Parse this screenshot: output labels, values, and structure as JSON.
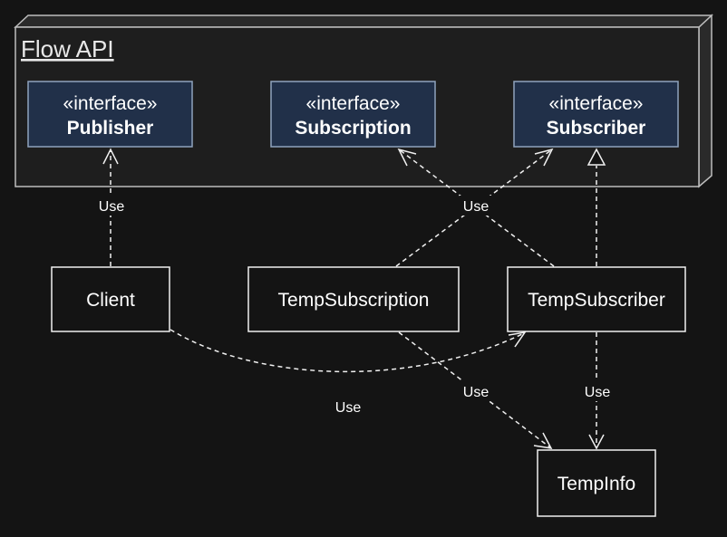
{
  "package": {
    "title": "Flow API"
  },
  "interfaces": [
    {
      "stereotype": "«interface»",
      "name": "Publisher"
    },
    {
      "stereotype": "«interface»",
      "name": "Subscription"
    },
    {
      "stereotype": "«interface»",
      "name": "Subscriber"
    }
  ],
  "classes": [
    {
      "name": "Client"
    },
    {
      "name": "TempSubscription"
    },
    {
      "name": "TempSubscriber"
    },
    {
      "name": "TempInfo"
    }
  ],
  "edges": [
    {
      "from": "Client",
      "to": "Publisher",
      "label": "Use",
      "kind": "dependency"
    },
    {
      "from": "TempSubscription",
      "to": "Subscriber",
      "label": "Use",
      "kind": "dependency"
    },
    {
      "from": "TempSubscriber",
      "to": "Subscription",
      "label": "",
      "kind": "dependency"
    },
    {
      "from": "TempSubscriber",
      "to": "Subscriber",
      "label": "",
      "kind": "realization"
    },
    {
      "from": "Client",
      "to": "TempSubscriber",
      "label": "Use",
      "kind": "dependency"
    },
    {
      "from": "TempSubscription",
      "to": "TempInfo",
      "label": "Use",
      "kind": "dependency"
    },
    {
      "from": "TempSubscriber",
      "to": "TempInfo",
      "label": "Use",
      "kind": "dependency"
    }
  ]
}
